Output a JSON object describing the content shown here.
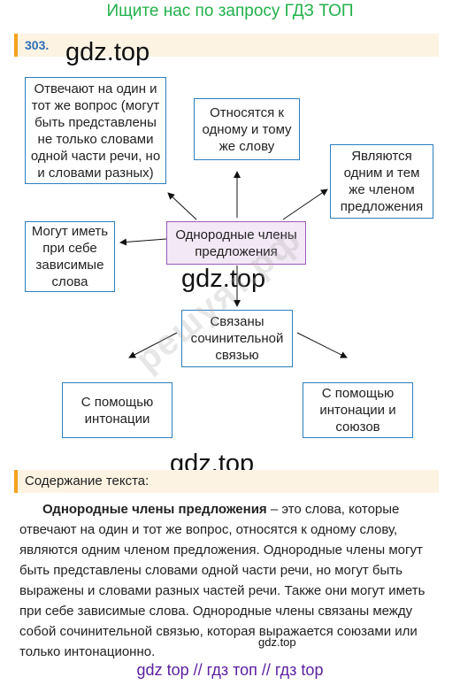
{
  "header": {
    "banner": "Ищите нас по запросу ГДЗ ТОП",
    "task_number": "303."
  },
  "watermarks": {
    "gdz_1": "gdz.top",
    "gdz_2": "gdz.top",
    "gdz_3": "gdz.top",
    "gdz_small": "gdz.top",
    "reshuyt": "решуят.рф"
  },
  "diagram": {
    "center": "Однородные члены предложения",
    "answer_same_question": "Отвечают на один и тот же вопрос (могут быть представлены не только словами одной части речи, но и словами разных)",
    "refer_same_word": "Относятся к одному и тому же слову",
    "same_member": "Являются одним и тем же членом предложения",
    "dependent_words": "Могут иметь при себе зависимые слова",
    "coordinating": "Связаны сочинительной связью",
    "intonation": "С помощью интонации",
    "intonation_conj": "С помощью интонации и союзов"
  },
  "content": {
    "heading": "Содержание текста:",
    "term": "Однородные члены предложения",
    "body": " – это слова, которые отвечают на один и тот же вопрос, относятся к одному слову, являются одним членом предложения. Однородные члены могут быть представлены словами одной части речи, но могут быть выражены и словами разных частей речи. Также они могут иметь при себе зависимые слова. Однородные члены связаны между собой сочинительной связью, которая выражается союзами или только интонационно."
  },
  "footer": {
    "links": "gdz top  //  гдз топ  //  гдз top"
  }
}
